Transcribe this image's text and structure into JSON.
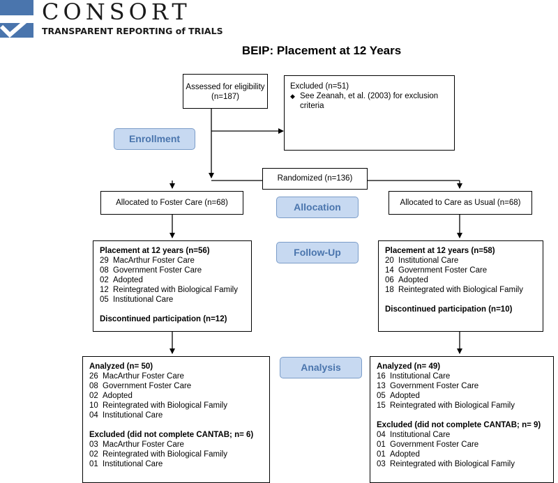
{
  "logo": {
    "name": "CONSORT",
    "tagline": "TRANSPARENT REPORTING of TRIALS"
  },
  "title": "BEIP: Placement at 12 Years",
  "stages": {
    "enrollment": "Enrollment",
    "allocation": "Allocation",
    "follow_up": "Follow-Up",
    "analysis": "Analysis"
  },
  "assessed": {
    "line1": "Assessed for eligibility",
    "line2": "(n=187)"
  },
  "excluded": {
    "head": "Excluded  (n=51)",
    "bullet_line1": "See Zeanah, et al. (2003) for exclusion",
    "bullet_line2": "criteria"
  },
  "randomized": "Randomized (n=136)",
  "arms": {
    "foster": {
      "allocated": "Allocated to Foster Care (n=68)",
      "followup": {
        "head": "Placement at 12 years (n=56)",
        "items": [
          {
            "n": "29",
            "label": "MacArthur Foster Care"
          },
          {
            "n": "08",
            "label": "Government Foster Care"
          },
          {
            "n": "02",
            "label": "Adopted"
          },
          {
            "n": "12",
            "label": "Reintegrated with Biological Family"
          },
          {
            "n": "05",
            "label": "Institutional Care"
          }
        ],
        "discontinued": "Discontinued participation (n=12)"
      },
      "analysis": {
        "head": "Analyzed  (n= 50)",
        "items": [
          {
            "n": "26",
            "label": "MacArthur Foster Care"
          },
          {
            "n": "08",
            "label": "Government Foster Care"
          },
          {
            "n": "02",
            "label": "Adopted"
          },
          {
            "n": "10",
            "label": "Reintegrated with Biological Family"
          },
          {
            "n": "04",
            "label": "Institutional Care"
          }
        ],
        "excluded_head": "Excluded (did not complete CANTAB; n= 6)",
        "excluded_items": [
          {
            "n": "03",
            "label": "MacArthur Foster Care"
          },
          {
            "n": "02",
            "label": "Reintegrated with Biological Family"
          },
          {
            "n": "01",
            "label": "Institutional Care"
          }
        ]
      }
    },
    "usual": {
      "allocated": "Allocated to Care as Usual (n=68)",
      "followup": {
        "head": "Placement at 12 years (n=58)",
        "items": [
          {
            "n": "20",
            "label": "Institutional Care"
          },
          {
            "n": "14",
            "label": "Government Foster Care"
          },
          {
            "n": "06",
            "label": "Adopted"
          },
          {
            "n": "18",
            "label": "Reintegrated with Biological Family"
          }
        ],
        "discontinued": "Discontinued participation (n=10)"
      },
      "analysis": {
        "head": "Analyzed  (n= 49)",
        "items": [
          {
            "n": "16",
            "label": "Institutional Care"
          },
          {
            "n": "13",
            "label": "Government Foster Care"
          },
          {
            "n": "05",
            "label": "Adopted"
          },
          {
            "n": "15",
            "label": "Reintegrated with Biological Family"
          }
        ],
        "excluded_head": "Excluded (did not complete CANTAB; n= 9)",
        "excluded_items": [
          {
            "n": "04",
            "label": "Institutional Care"
          },
          {
            "n": "01",
            "label": "Government Foster Care"
          },
          {
            "n": "01",
            "label": "Adopted"
          },
          {
            "n": "03",
            "label": "Reintegrated with Biological Family"
          }
        ]
      }
    }
  },
  "colors": {
    "stage_fill": "#c7d9f1",
    "stage_text": "#4a75ad",
    "logo_mark": "#4a75ad"
  }
}
